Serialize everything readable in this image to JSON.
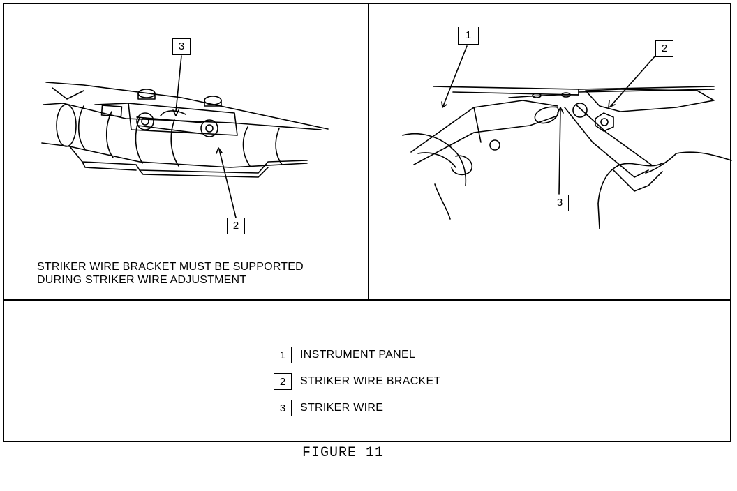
{
  "figure": {
    "caption": "FIGURE 11",
    "note": "STRIKER WIRE BRACKET MUST BE SUPPORTED\nDURING STRIKER WIRE ADJUSTMENT"
  },
  "left_panel": {
    "callouts": [
      "3",
      "2"
    ]
  },
  "right_panel": {
    "callouts": [
      "1",
      "2",
      "3"
    ]
  },
  "legend": [
    {
      "number": "1",
      "label": "INSTRUMENT PANEL"
    },
    {
      "number": "2",
      "label": "STRIKER WIRE BRACKET"
    },
    {
      "number": "3",
      "label": "STRIKER WIRE"
    }
  ]
}
